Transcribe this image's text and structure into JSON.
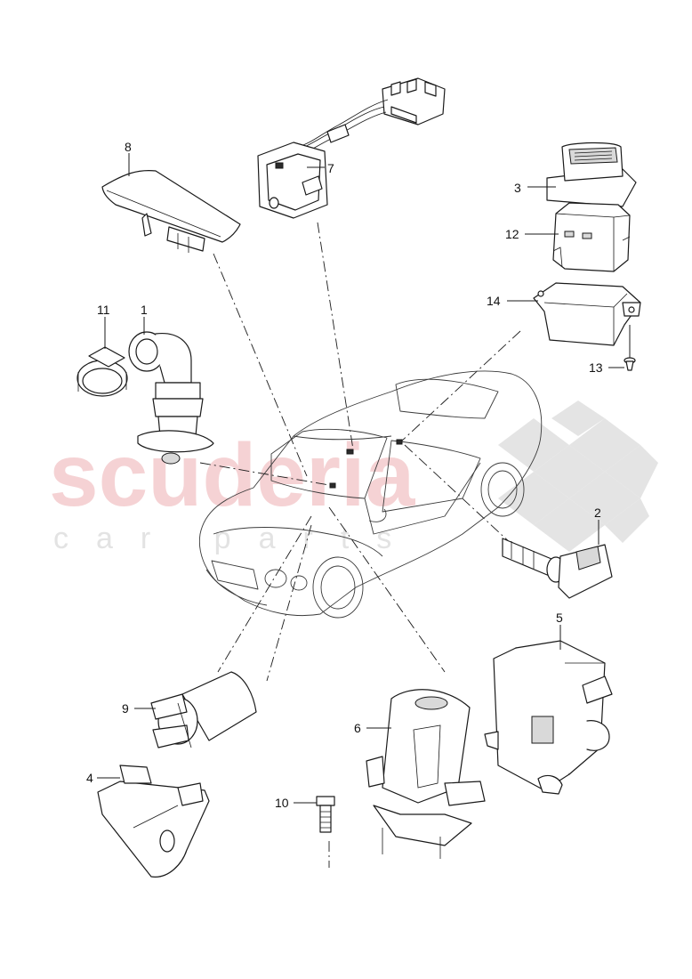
{
  "watermark": {
    "brand": "scuderia",
    "subtitle": "car parts"
  },
  "callouts": [
    {
      "id": "1",
      "label": "1"
    },
    {
      "id": "2",
      "label": "2"
    },
    {
      "id": "3",
      "label": "3"
    },
    {
      "id": "4",
      "label": "4"
    },
    {
      "id": "5",
      "label": "5"
    },
    {
      "id": "6",
      "label": "6"
    },
    {
      "id": "7",
      "label": "7"
    },
    {
      "id": "8",
      "label": "8"
    },
    {
      "id": "9",
      "label": "9"
    },
    {
      "id": "10",
      "label": "10"
    },
    {
      "id": "11",
      "label": "11"
    },
    {
      "id": "12",
      "label": "12"
    },
    {
      "id": "13",
      "label": "13"
    },
    {
      "id": "14",
      "label": "14"
    }
  ]
}
